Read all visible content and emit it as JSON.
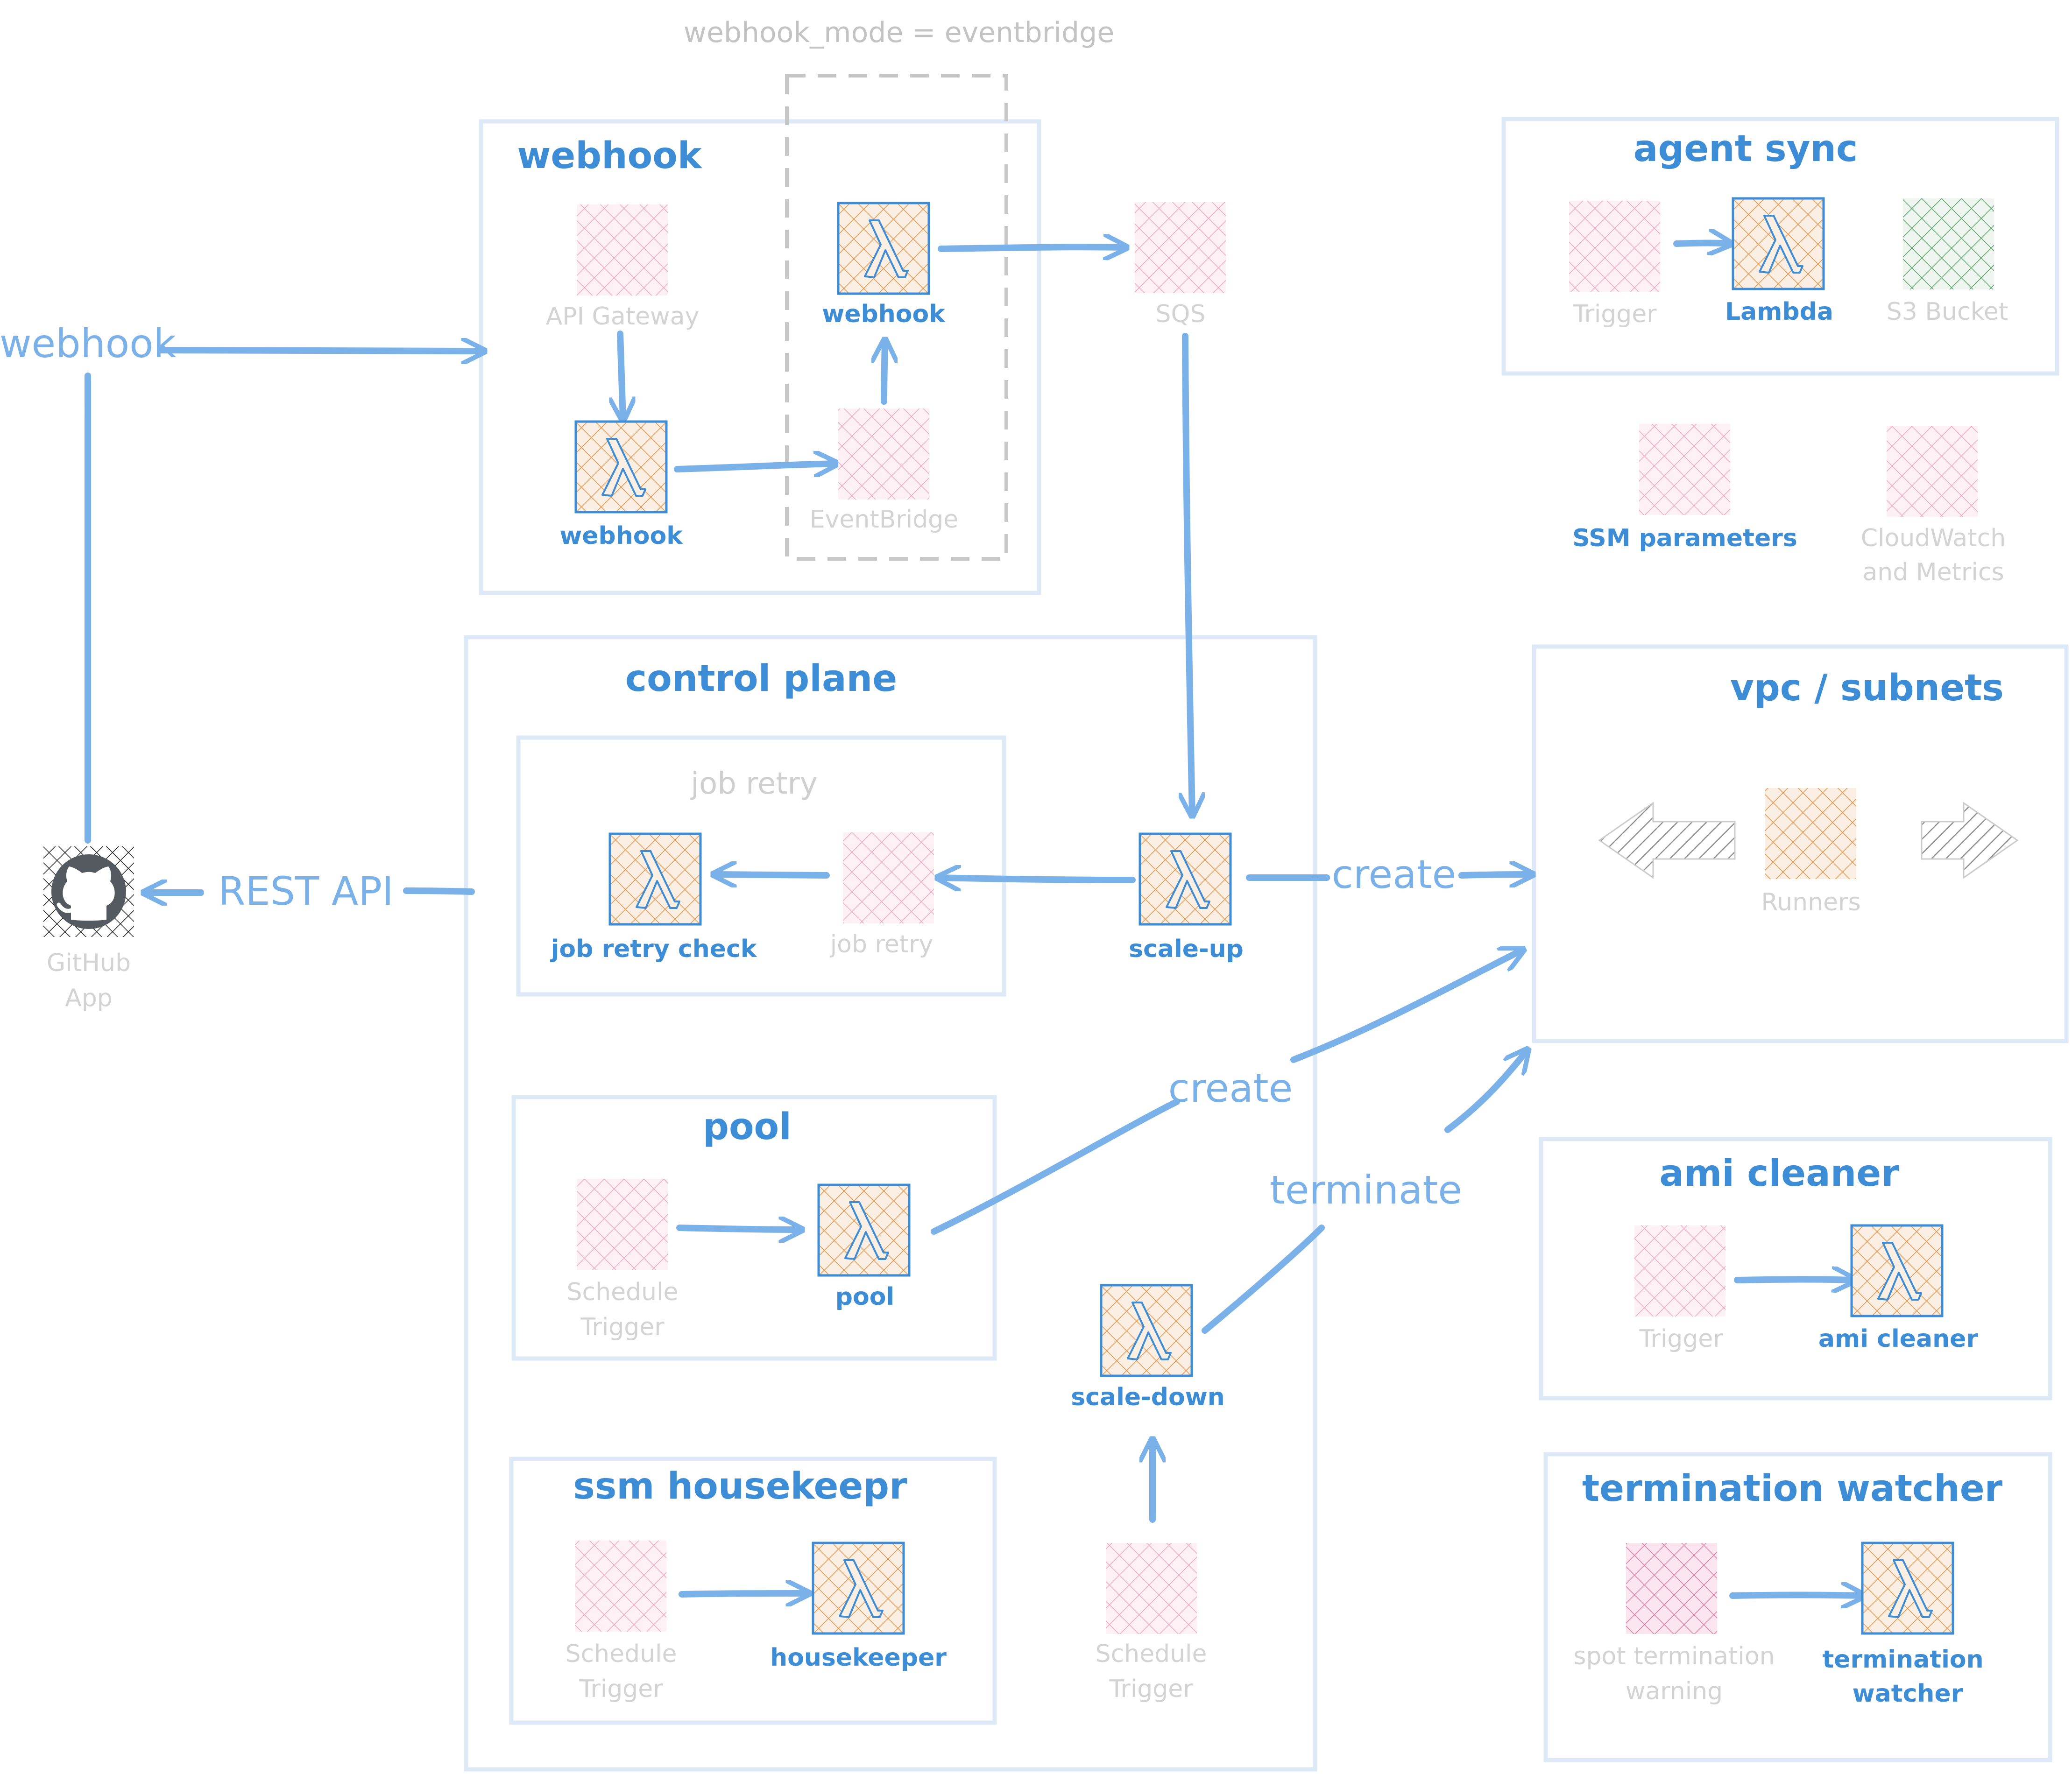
{
  "webhook_mode_label": "webhook_mode = eventbridge",
  "external": {
    "webhook_label": "webhook",
    "github_app": [
      "GitHub",
      "App"
    ],
    "rest_api": "REST API"
  },
  "webhook_group": {
    "title": "webhook",
    "api_gateway": "API Gateway",
    "webhook_lambda": "webhook",
    "eventbridge": "EventBridge",
    "webhook_dispatcher": "webhook"
  },
  "sqs": "SQS",
  "agent_sync": {
    "title": "agent sync",
    "trigger": "Trigger",
    "lambda": "Lambda",
    "s3_bucket": "S3 Bucket"
  },
  "ssm_parameters": "SSM parameters",
  "cloudwatch": [
    "CloudWatch",
    "and Metrics"
  ],
  "control_plane": {
    "title": "control plane",
    "job_retry": {
      "title": "job retry",
      "check": "job retry check",
      "queue": "job retry"
    },
    "scale_up": "scale-up",
    "pool": {
      "title": "pool",
      "trigger": [
        "Schedule",
        "Trigger"
      ],
      "lambda": "pool"
    },
    "scale_down": "scale-down",
    "scale_down_trigger": [
      "Schedule",
      "Trigger"
    ],
    "ssm_housekeeper": {
      "title": "ssm housekeepr",
      "trigger": [
        "Schedule",
        "Trigger"
      ],
      "lambda": "housekeeper"
    }
  },
  "edges": {
    "create_top": "create",
    "create_pool": "create",
    "terminate": "terminate"
  },
  "vpc": {
    "title": "vpc / subnets",
    "runners": "Runners"
  },
  "ami_cleaner": {
    "title": "ami cleaner",
    "trigger": "Trigger",
    "lambda": "ami cleaner"
  },
  "termination_watcher": {
    "title": "termination watcher",
    "trigger": [
      "spot termination",
      "warning"
    ],
    "lambda": [
      "termination",
      "watcher"
    ]
  },
  "colors": {
    "group_border": "#dde9f7",
    "arrow": "#7ab1e8",
    "label_blue": "#3d8cd6",
    "lambda_orange": "#e8944a",
    "trigger_pink": "#f2a7c3",
    "s3_green": "#5aa468",
    "label_gray": "#d3d3d3"
  }
}
